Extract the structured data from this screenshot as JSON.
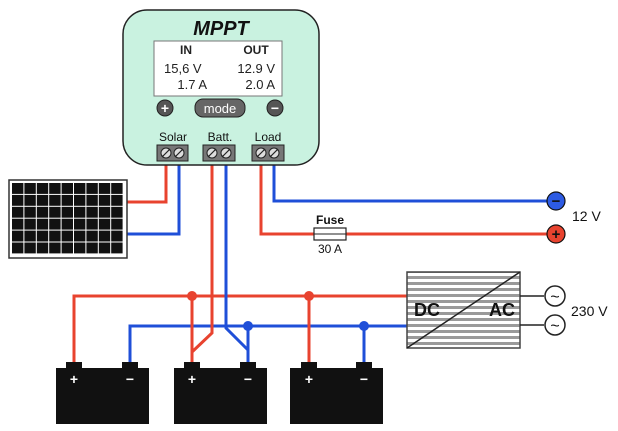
{
  "controller": {
    "title": "MPPT",
    "display": {
      "in_header": "IN",
      "out_header": "OUT",
      "in_voltage": "15,6 V",
      "in_current": "1.7 A",
      "out_voltage": "12.9 V",
      "out_current": "2.0 A"
    },
    "buttons": {
      "plus": "+",
      "mode": "mode",
      "minus": "−"
    },
    "terminals": {
      "solar": "Solar",
      "battery": "Batt.",
      "load": "Load"
    }
  },
  "fuse": {
    "label": "Fuse",
    "rating": "30 A"
  },
  "dc_output": {
    "voltage": "12 V",
    "minus": "−",
    "plus": "+"
  },
  "inverter": {
    "dc_label": "DC",
    "ac_label": "AC",
    "voltage": "230 V",
    "ac_symbol": "~"
  },
  "batteries": [
    {
      "plus": "+",
      "minus": "−"
    },
    {
      "plus": "+",
      "minus": "−"
    },
    {
      "plus": "+",
      "minus": "−"
    }
  ],
  "colors": {
    "positive_wire": "#e8432f",
    "negative_wire": "#1f4fd8",
    "controller_fill": "#c9f2e0",
    "battery_fill": "#111111"
  }
}
